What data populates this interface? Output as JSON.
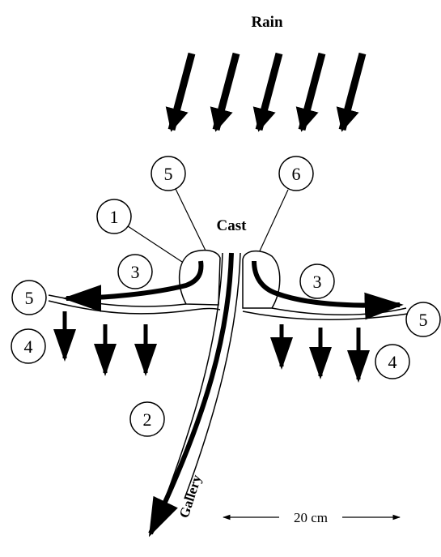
{
  "diagram": {
    "labels": {
      "rain": "Rain",
      "cast": "Cast",
      "gallery": "Gallery",
      "scale": "20 cm"
    },
    "callouts": {
      "n1": "1",
      "n2": "2",
      "n3_left": "3",
      "n3_right": "3",
      "n4_left": "4",
      "n4_right": "4",
      "n5_top": "5",
      "n5_left": "5",
      "n5_right": "5",
      "n6": "6"
    }
  }
}
